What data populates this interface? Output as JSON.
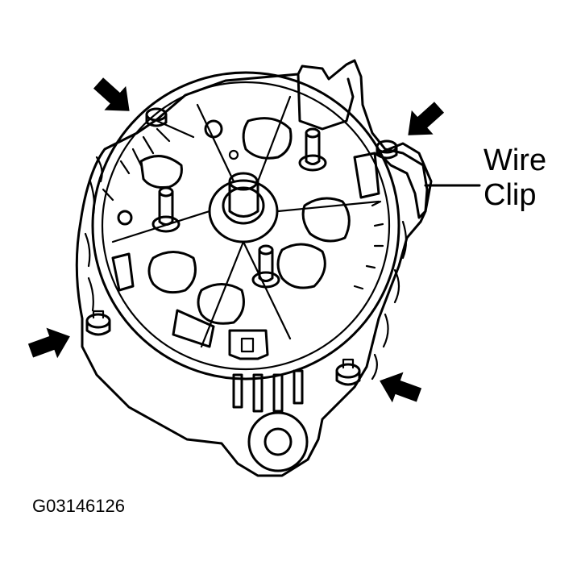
{
  "callout": {
    "line1": "Wire",
    "line2": "Clip"
  },
  "figure_id": "G03146126",
  "arrow_icon": "bold-arrow-icon",
  "colors": {
    "ink": "#000000",
    "background": "#ffffff"
  }
}
